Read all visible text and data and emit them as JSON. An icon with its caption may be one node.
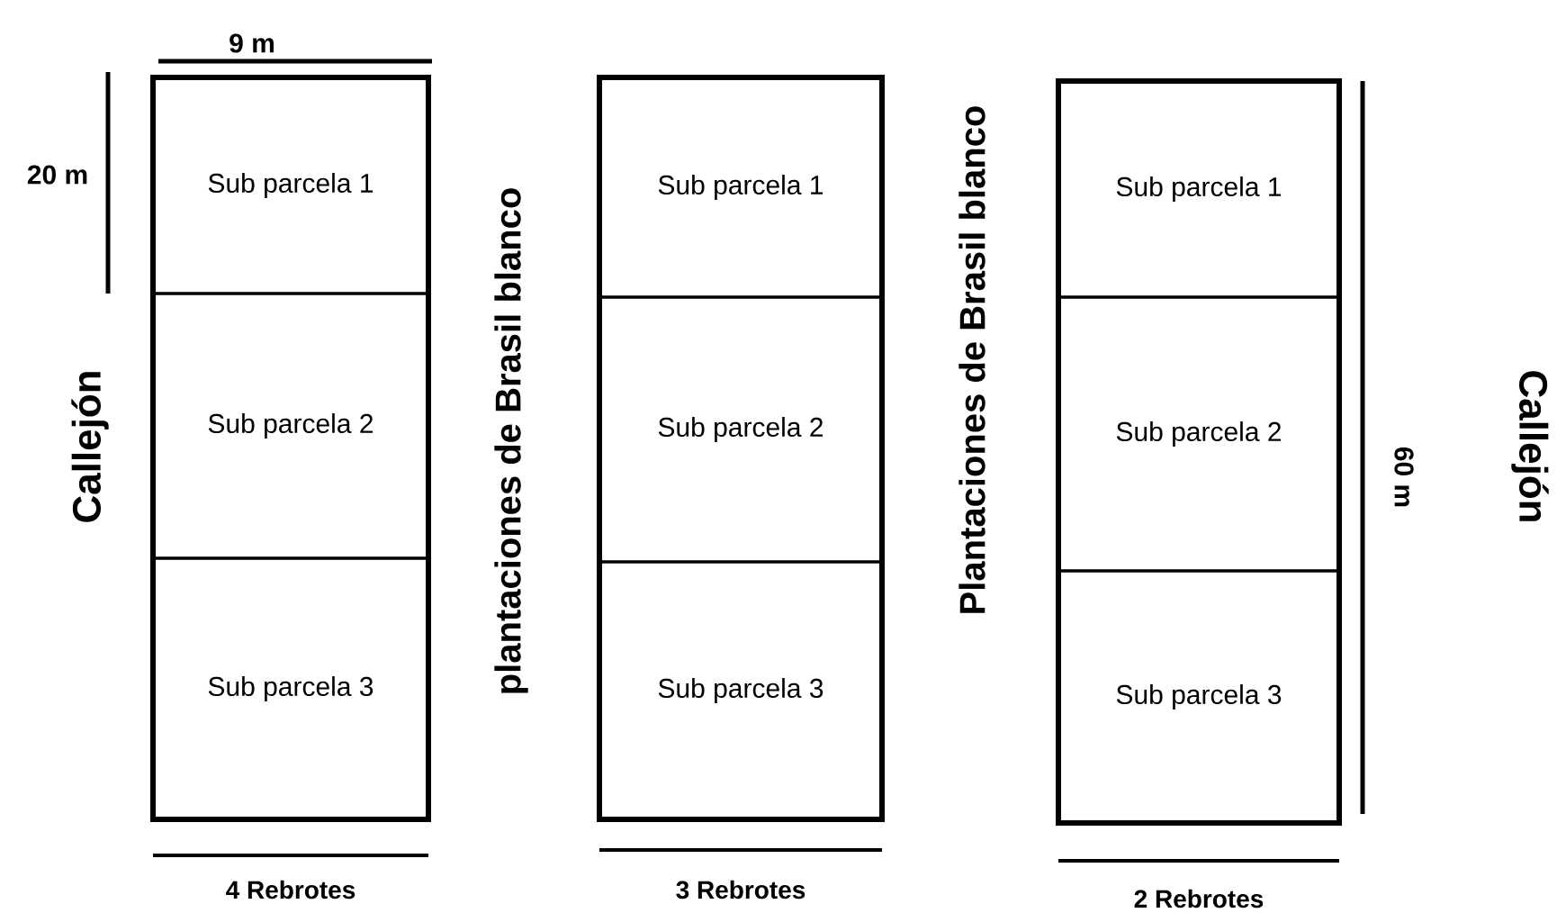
{
  "diagram": {
    "nodes": [
      {
        "text": [],
        "shape": "box",
        "beside": [
          "4 Rebrotes"
        ]
      },
      {
        "text": [
          "Sub parcela 1"
        ],
        "in": 0
      },
      {
        "text": [
          "Sub parcela 2"
        ],
        "in": 0
      },
      {
        "text": [
          "Sub parcela 3"
        ],
        "in": 0
      },
      {
        "text": [],
        "shape": "box",
        "beside": [
          "3 Rebrotes"
        ]
      },
      {
        "text": [
          "Sub parcela 1"
        ],
        "in": 4
      },
      {
        "text": [
          "Sub parcela 2"
        ],
        "in": 4
      },
      {
        "text": [
          "Sub parcela 3"
        ],
        "in": 4
      },
      {
        "text": [],
        "shape": "box",
        "beside": [
          "2 Rebrotes"
        ]
      },
      {
        "text": [
          "Sub parcela 1"
        ],
        "in": 8
      },
      {
        "text": [
          "Sub parcela 2"
        ],
        "in": 8
      },
      {
        "text": [
          "Sub parcela 3"
        ],
        "in": 8
      }
    ],
    "labels": [
      "9 m",
      "20 m",
      "Callejón",
      "plantaciones de Brasil blanco",
      "Plantaciones de Brasil blanco",
      "60 m",
      "Callejón"
    ]
  }
}
